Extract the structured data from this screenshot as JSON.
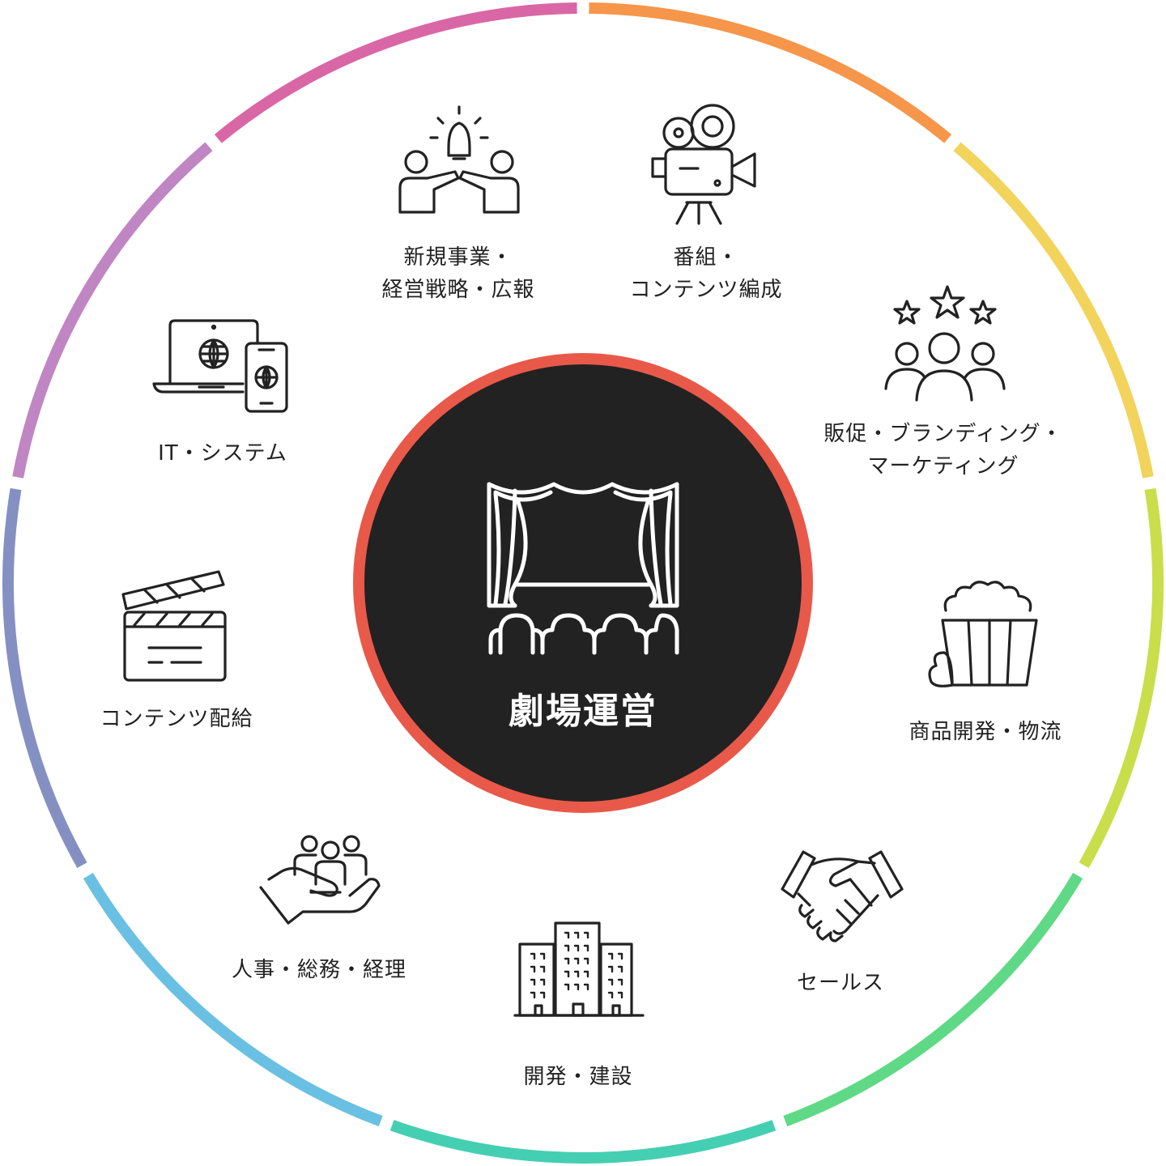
{
  "center": {
    "title": "劇場運営"
  },
  "departments": [
    {
      "id": "new-business",
      "lines": [
        "新規事業・",
        "経営戦略・広報"
      ]
    },
    {
      "id": "programming",
      "lines": [
        "番組・",
        "コンテンツ編成"
      ]
    },
    {
      "id": "marketing",
      "lines": [
        "販促・ブランディング・",
        "マーケティング"
      ]
    },
    {
      "id": "merchandise",
      "lines": [
        "商品開発・物流"
      ]
    },
    {
      "id": "sales",
      "lines": [
        "セールス"
      ]
    },
    {
      "id": "construction",
      "lines": [
        "開発・建設"
      ]
    },
    {
      "id": "hr",
      "lines": [
        "人事・総務・経理"
      ]
    },
    {
      "id": "distribution",
      "lines": [
        "コンテンツ配給"
      ]
    },
    {
      "id": "it",
      "lines": [
        "IT・システム"
      ]
    }
  ],
  "icons": {
    "center": "theater-stage-icon",
    "new-business": "high-five-idea-icon",
    "programming": "movie-camera-icon",
    "marketing": "audience-stars-icon",
    "merchandise": "popcorn-icon",
    "sales": "handshake-icon",
    "construction": "buildings-icon",
    "hr": "hand-holding-people-icon",
    "distribution": "clapperboard-icon",
    "it": "devices-globe-icon"
  },
  "colors": {
    "ring": [
      "#F6964A",
      "#F2D35C",
      "#C8DE4A",
      "#5FD985",
      "#45CFB2",
      "#6AC0E2",
      "#8590C2",
      "#C085C3",
      "#D967A6"
    ],
    "center_fill": "#222222",
    "center_border": "#E8594A",
    "icon_stroke": "#222222"
  }
}
